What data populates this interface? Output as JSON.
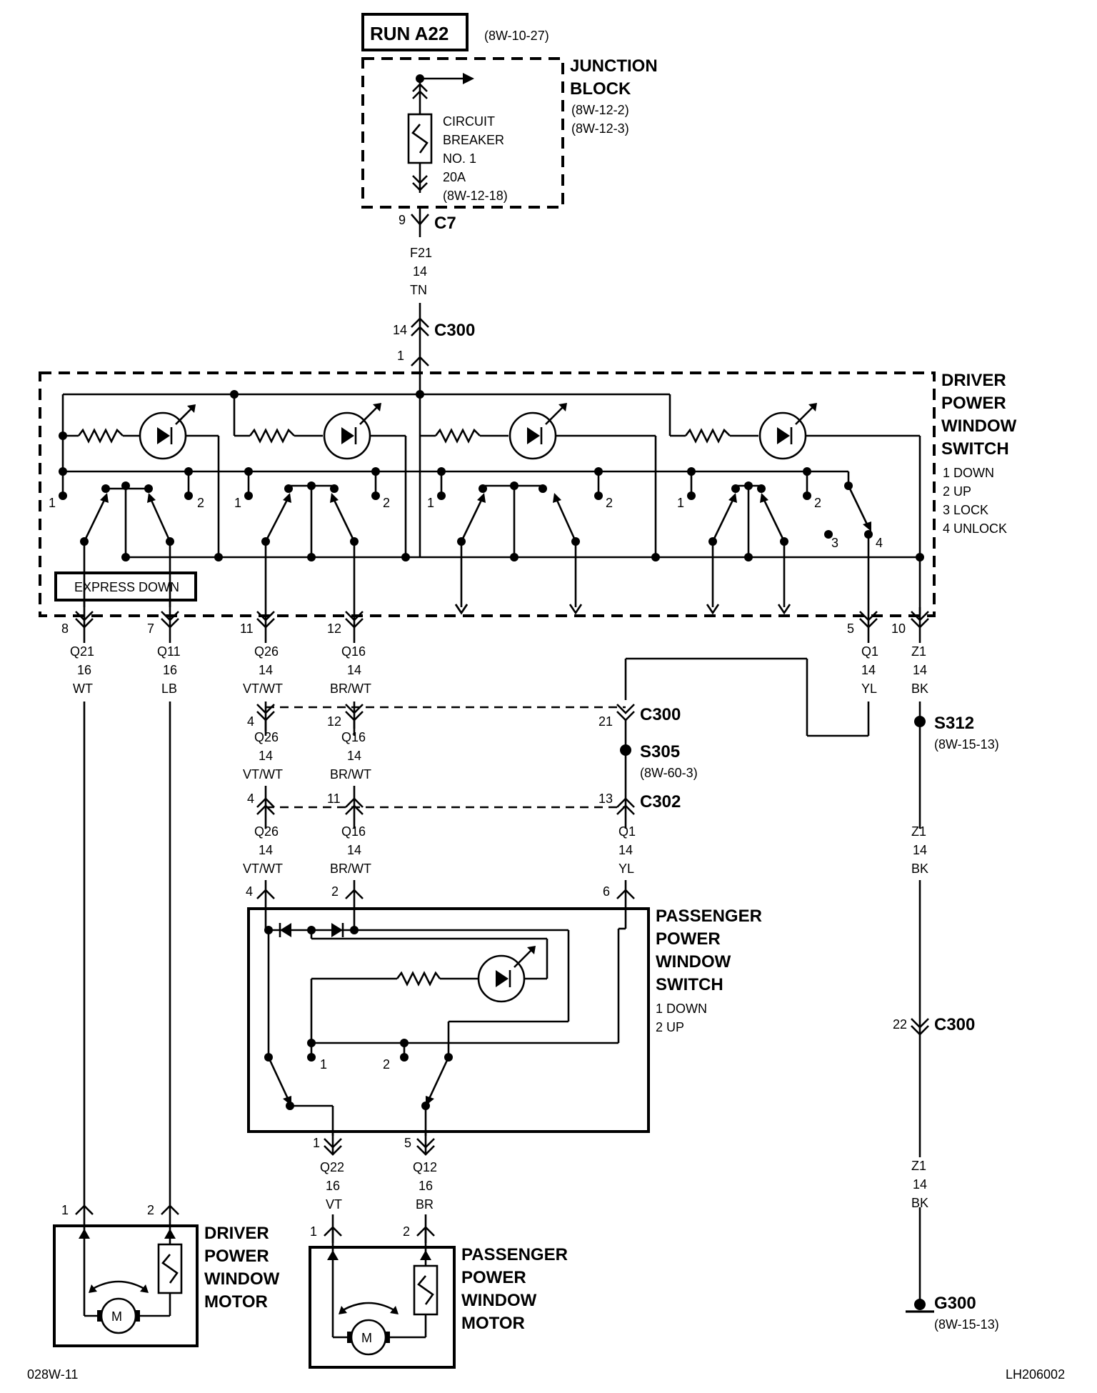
{
  "source": {
    "label": "RUN A22",
    "ref": "(8W-10-27)"
  },
  "junction_block": {
    "title_line1": "JUNCTION",
    "title_line2": "BLOCK",
    "ref1": "(8W-12-2)",
    "ref2": "(8W-12-3)",
    "breaker": [
      "CIRCUIT",
      "BREAKER",
      "NO. 1",
      "20A",
      "(8W-12-18)"
    ]
  },
  "c7": {
    "pin": "9",
    "name": "C7"
  },
  "f21_wire": {
    "circuit": "F21",
    "gauge": "14",
    "color": "TN"
  },
  "c300_top": {
    "pin_top": "14",
    "name": "C300",
    "pin_bottom": "1"
  },
  "driver_switch": {
    "title": [
      "DRIVER",
      "POWER",
      "WINDOW",
      "SWITCH"
    ],
    "legend": [
      "1 DOWN",
      "2 UP",
      "3 LOCK",
      "4 UNLOCK"
    ],
    "express_down": "EXPRESS DOWN",
    "pos1": "1",
    "pos2": "2",
    "pos3": "3",
    "pos4": "4"
  },
  "driver_pins": [
    {
      "pin": "8",
      "circuit": "Q21",
      "gauge": "16",
      "color": "WT"
    },
    {
      "pin": "7",
      "circuit": "Q11",
      "gauge": "16",
      "color": "LB"
    },
    {
      "pin": "11",
      "circuit": "Q26",
      "gauge": "14",
      "color": "VT/WT"
    },
    {
      "pin": "12",
      "circuit": "Q16",
      "gauge": "14",
      "color": "BR/WT"
    },
    {
      "pin": "5",
      "circuit": "Q1",
      "gauge": "14",
      "color": "YL"
    },
    {
      "pin": "10",
      "circuit": "Z1",
      "gauge": "14",
      "color": "BK"
    }
  ],
  "c300_mid": {
    "name": "C300",
    "pin_q26": "4",
    "pin_q16": "12",
    "pin_q1": "21"
  },
  "mid_wires": [
    {
      "circuit": "Q26",
      "gauge": "14",
      "color": "VT/WT"
    },
    {
      "circuit": "Q16",
      "gauge": "14",
      "color": "BR/WT"
    }
  ],
  "s305": {
    "name": "S305",
    "ref": "(8W-60-3)"
  },
  "s312": {
    "name": "S312",
    "ref": "(8W-15-13)"
  },
  "c302": {
    "name": "C302",
    "pin_q26": "4",
    "pin_q16": "11",
    "pin_q1": "13"
  },
  "lower_wires": [
    {
      "circuit": "Q26",
      "gauge": "14",
      "color": "VT/WT"
    },
    {
      "circuit": "Q16",
      "gauge": "14",
      "color": "BR/WT"
    },
    {
      "circuit": "Q1",
      "gauge": "14",
      "color": "YL"
    }
  ],
  "ground_wire_1": {
    "circuit": "Z1",
    "gauge": "14",
    "color": "BK"
  },
  "c300_ground": {
    "pin": "22",
    "name": "C300"
  },
  "ground_wire_2": {
    "circuit": "Z1",
    "gauge": "14",
    "color": "BK"
  },
  "g300": {
    "name": "G300",
    "ref": "(8W-15-13)"
  },
  "passenger_switch": {
    "title": [
      "PASSENGER",
      "POWER",
      "WINDOW",
      "SWITCH"
    ],
    "legend": [
      "1 DOWN",
      "2 UP"
    ],
    "top_pins": [
      "4",
      "2",
      "6"
    ],
    "pos1": "1",
    "pos2": "2",
    "bottom_pins": [
      {
        "pin": "1",
        "circuit": "Q22",
        "gauge": "16",
        "color": "VT"
      },
      {
        "pin": "5",
        "circuit": "Q12",
        "gauge": "16",
        "color": "BR"
      }
    ]
  },
  "driver_motor": {
    "title": [
      "DRIVER",
      "POWER",
      "WINDOW",
      "MOTOR"
    ],
    "pin1": "1",
    "pin2": "2",
    "symbol": "M"
  },
  "passenger_motor": {
    "title": [
      "PASSENGER",
      "POWER",
      "WINDOW",
      "MOTOR"
    ],
    "pin1": "1",
    "pin2": "2",
    "symbol": "M"
  },
  "footer": {
    "left": "028W-11",
    "right": "LH206002"
  }
}
